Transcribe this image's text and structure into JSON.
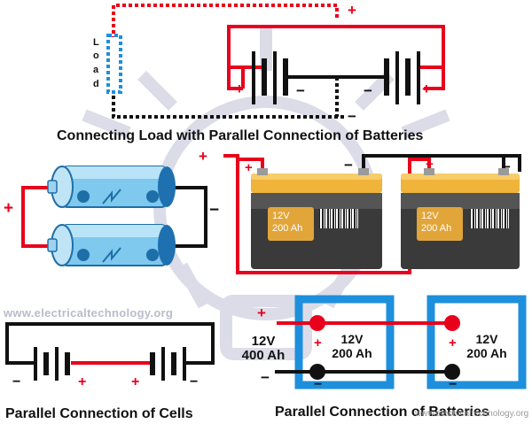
{
  "captions": {
    "load_parallel": "Connecting Load with Parallel Connection of Batteries",
    "cells": "Parallel Connection of Cells",
    "batteries": "Parallel Connection of Batteries"
  },
  "load_letters": [
    "L",
    "o",
    "a",
    "d"
  ],
  "watermark": "www.electricaltechnology.org",
  "small_watermark": "www.electricaltechnology.org",
  "battery_labels": {
    "car_left": {
      "voltage": "12V",
      "capacity": "200 Ah"
    },
    "car_right": {
      "voltage": "12V",
      "capacity": "200 Ah"
    }
  },
  "equivalent": {
    "voltage": "12V",
    "capacity": "400 Ah"
  },
  "box_left": {
    "voltage": "12V",
    "capacity": "200 Ah"
  },
  "box_right": {
    "voltage": "12V",
    "capacity": "200 Ah"
  },
  "signs": {
    "plus": "+",
    "minus": "−"
  },
  "colors": {
    "positive": "#e8001c",
    "negative": "#111111",
    "box": "#1e8fdc",
    "load": "#1e8fdc",
    "watermark": "#b9bccb"
  }
}
